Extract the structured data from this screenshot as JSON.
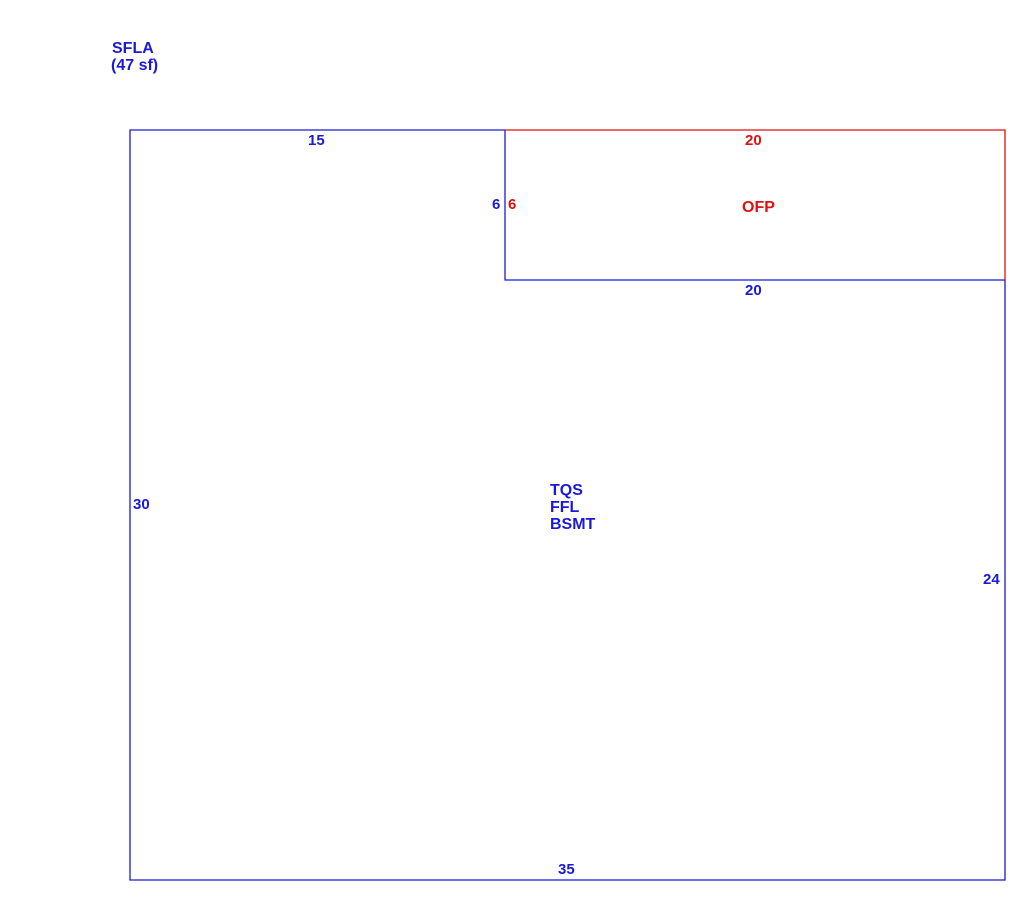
{
  "colors": {
    "living": "#1a1ad6",
    "porch": "#e01010",
    "background": "#ffffff"
  },
  "summary": {
    "title": "SFLA",
    "area": "(47 sf)"
  },
  "living_area": {
    "labels": [
      "TQS",
      "FFL",
      "BSMT"
    ],
    "dims": {
      "top": "15",
      "notch_left": "6",
      "notch_bottom": "20",
      "right": "24",
      "bottom": "35",
      "left": "30"
    }
  },
  "porch": {
    "label": "OFP",
    "dims": {
      "top": "20",
      "left": "6"
    }
  }
}
